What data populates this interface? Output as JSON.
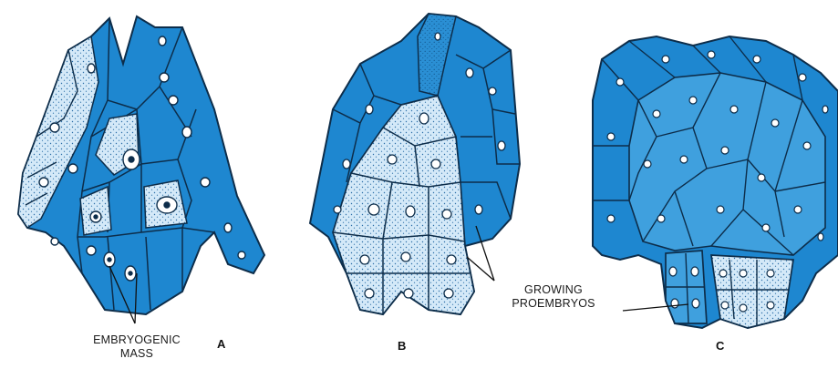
{
  "labels": {
    "embryogenic_line1": "EMBRYOGENIC",
    "embryogenic_line2": "MASS",
    "growing_line1": "GROWING",
    "growing_line2": "PROEMBRYOS"
  },
  "panels": {
    "a": "A",
    "b": "B",
    "c": "C"
  },
  "colors": {
    "dark_cell": "#1e87d0",
    "mid_cell": "#3fa0de",
    "light_cell": "#cfe6f7",
    "outline": "#0d2d4a",
    "nucleus_fill": "#ffffff"
  }
}
